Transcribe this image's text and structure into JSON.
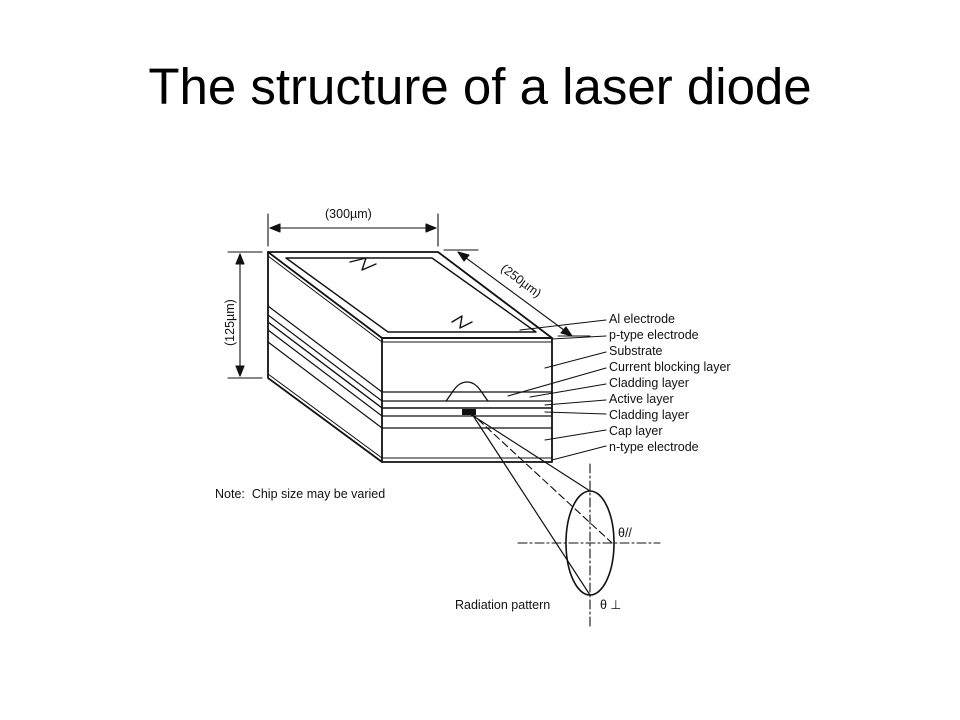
{
  "title": "The structure of a laser diode",
  "dimensions": {
    "width": "(300µm)",
    "depth": "(250µm)",
    "height": "(125µm)"
  },
  "layers": [
    "Al electrode",
    "p-type electrode",
    "Substrate",
    "Current blocking layer",
    "Cladding layer",
    "Active layer",
    "Cladding layer",
    "Cap layer",
    "n-type electrode"
  ],
  "note": "Note:  Chip size may be varied",
  "radiation_pattern_label": "Radiation pattern",
  "theta_parallel": "θ//",
  "theta_perp": "θ ⊥",
  "colors": {
    "ink": "#111111",
    "background": "#ffffff"
  }
}
